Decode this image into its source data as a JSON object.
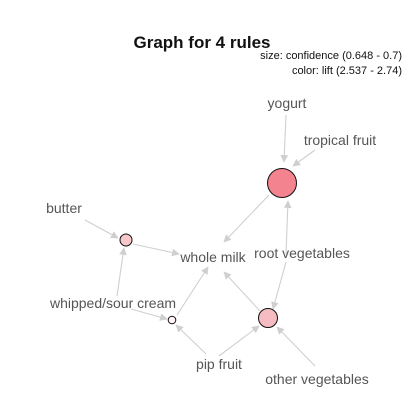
{
  "title": "Graph for 4 rules",
  "legend": {
    "size_text": "size: confidence (0.648 - 0.7)",
    "color_text": "color: lift (2.537 - 2.74)"
  },
  "items": {
    "yogurt": "yogurt",
    "tropical_fruit": "tropical fruit",
    "butter": "butter",
    "whole_milk": "whole milk",
    "root_vegetables": "root vegetables",
    "whipped_sour_cream": "whipped/sour cream",
    "pip_fruit": "pip fruit",
    "other_vegetables": "other vegetables"
  },
  "rules": [
    {
      "id": "rule-1",
      "lhs": [
        "yogurt",
        "tropical fruit"
      ],
      "rhs": "root vegetables",
      "fill": "#f3838e"
    },
    {
      "id": "rule-2",
      "lhs": [
        "root vegetables"
      ],
      "rhs": "whole milk",
      "fill": "#f3838e"
    },
    {
      "id": "rule-3",
      "lhs": [
        "butter",
        "whipped/sour cream"
      ],
      "rhs": "whole milk",
      "fill": "#f8c8cc"
    },
    {
      "id": "rule-4",
      "lhs": [
        "pip fruit",
        "other vegetables"
      ],
      "rhs": "root vegetables",
      "fill": "#f6bcc1"
    },
    {
      "id": "rule-5",
      "lhs": [
        "pip fruit"
      ],
      "rhs": "whipped/sour cream",
      "fill": "#fff5f5"
    }
  ]
}
